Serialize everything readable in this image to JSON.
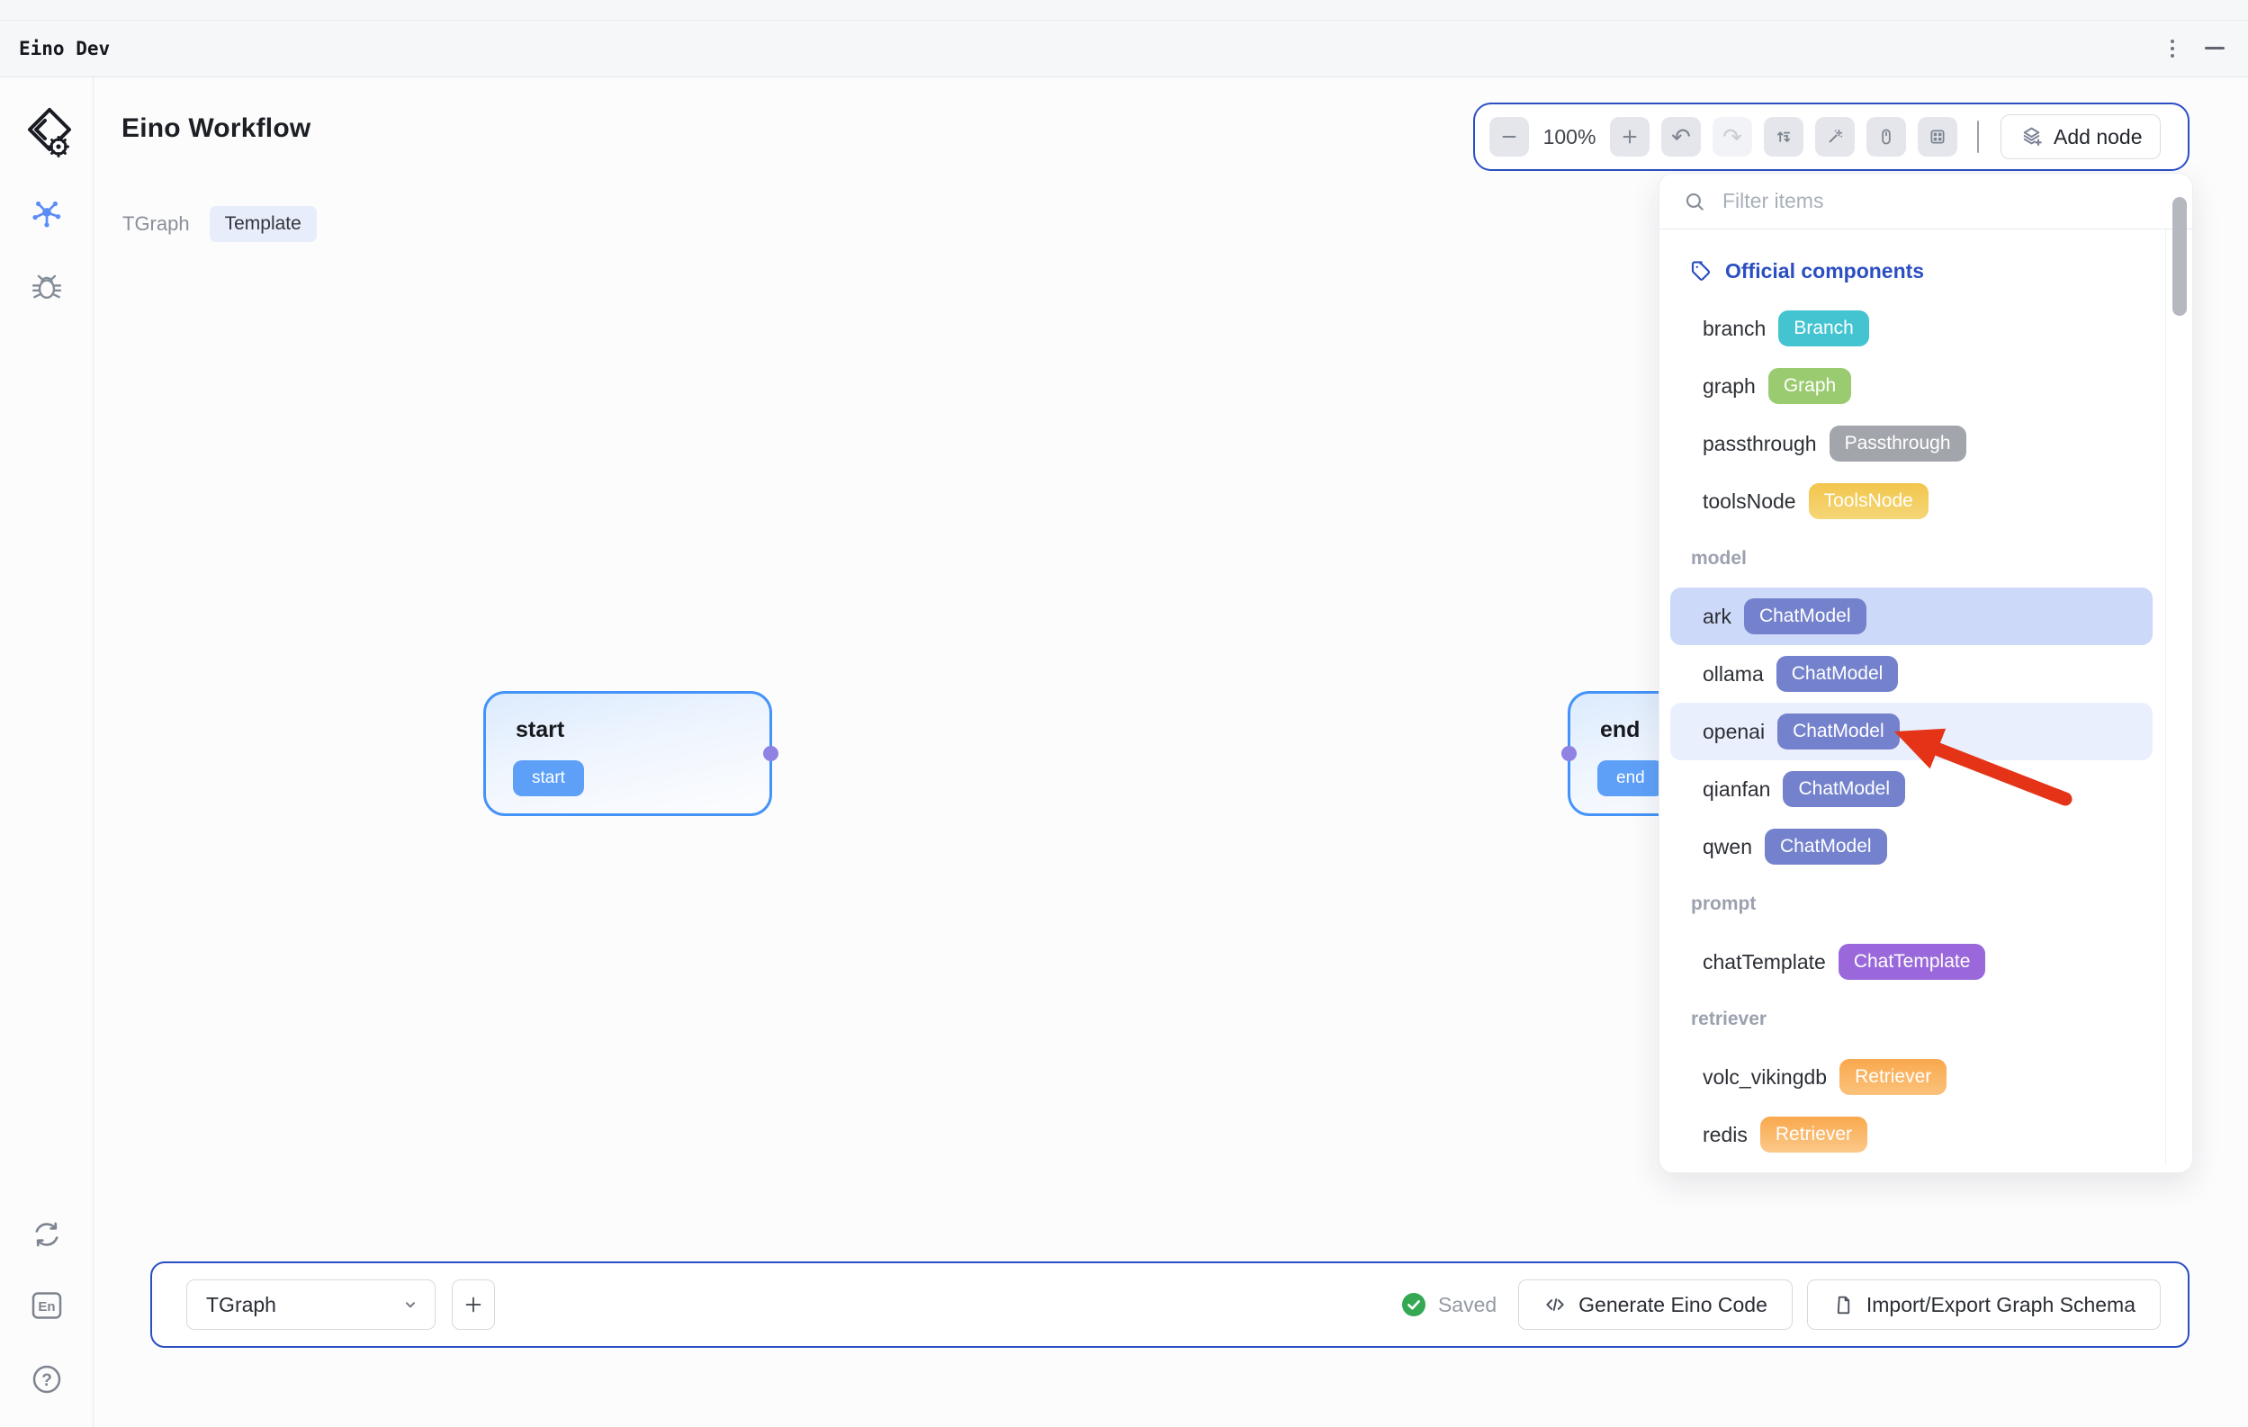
{
  "window": {
    "title": "Eino Dev"
  },
  "sidebar": {
    "language_label": "En",
    "help_glyph": "?"
  },
  "header": {
    "title": "Eino Workflow",
    "graph_name": "TGraph",
    "template_tag": "Template"
  },
  "toolbar": {
    "zoom_level": "100%",
    "add_node_label": "Add node"
  },
  "panel": {
    "search_placeholder": "Filter items",
    "header": "Official components",
    "sections": [
      {
        "label": "",
        "items": [
          {
            "name": "branch",
            "badge": "Branch",
            "color": "#44c4d1"
          },
          {
            "name": "graph",
            "badge": "Graph",
            "color": "#9bcb70"
          },
          {
            "name": "passthrough",
            "badge": "Passthrough",
            "color": "#a2a5ab"
          },
          {
            "name": "toolsNode",
            "badge": "ToolsNode",
            "color": "#f2c64c",
            "color2": "#f5d677"
          }
        ]
      },
      {
        "label": "model",
        "items": [
          {
            "name": "ark",
            "badge": "ChatModel",
            "color": "#7482cd",
            "state": "selected"
          },
          {
            "name": "ollama",
            "badge": "ChatModel",
            "color": "#7482cd"
          },
          {
            "name": "openai",
            "badge": "ChatModel",
            "color": "#7482cd",
            "state": "hover"
          },
          {
            "name": "qianfan",
            "badge": "ChatModel",
            "color": "#7482cd"
          },
          {
            "name": "qwen",
            "badge": "ChatModel",
            "color": "#7482cd"
          }
        ]
      },
      {
        "label": "prompt",
        "items": [
          {
            "name": "chatTemplate",
            "badge": "ChatTemplate",
            "color": "#9a68da"
          }
        ]
      },
      {
        "label": "retriever",
        "items": [
          {
            "name": "volc_vikingdb",
            "badge": "Retriever",
            "color": "#f9a84d",
            "color2": "#fbc27b"
          },
          {
            "name": "redis",
            "badge": "Retriever",
            "color": "#f9a84d",
            "color2": "#fbc98a"
          }
        ]
      }
    ]
  },
  "canvas": {
    "start_node": {
      "title": "start",
      "badge": "start"
    },
    "end_node": {
      "title": "end",
      "badge": "end"
    }
  },
  "footer": {
    "graph_select_value": "TGraph",
    "saved_label": "Saved",
    "generate_label": "Generate Eino Code",
    "import_export_label": "Import/Export Graph Schema"
  },
  "colors": {
    "accent_blue": "#2b4ec2",
    "node_border": "#4493f8",
    "node_badge": "#5ea0f8",
    "port_purple": "#8f82e2",
    "selected_row": "#ccd9f8",
    "hover_row": "#e9effd",
    "arrow_red": "#e53317",
    "saved_green": "#34a853"
  }
}
